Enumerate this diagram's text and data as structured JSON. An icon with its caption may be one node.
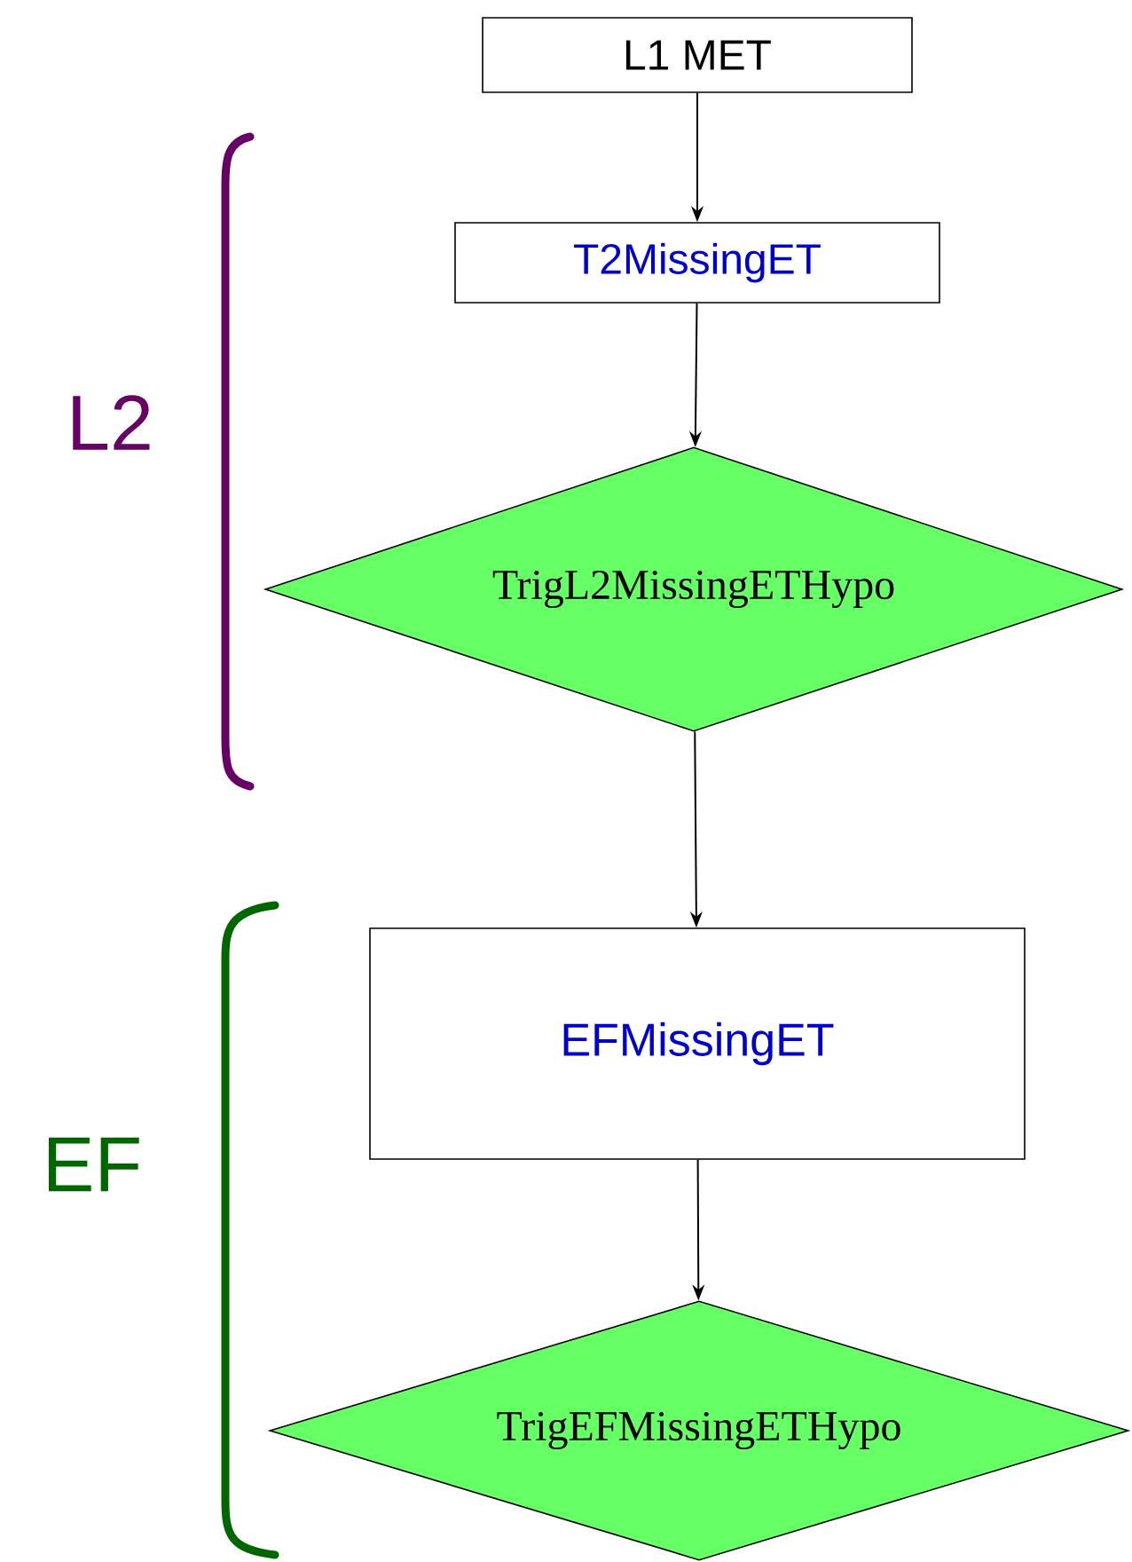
{
  "diagram": {
    "nodes": [
      {
        "text": [
          "L1 MET"
        ]
      },
      {
        "text": [
          "T2MissingET"
        ]
      },
      {
        "text": [
          "TrigL2MissingETHypo"
        ]
      },
      {
        "text": [
          "EFMissingET"
        ]
      },
      {
        "text": [
          "TrigEFMissingETHypo"
        ]
      }
    ],
    "edges": [
      {
        "from": 0,
        "to": 1,
        "arrow": "to"
      },
      {
        "from": 1,
        "to": 2,
        "arrow": "to"
      },
      {
        "from": 2,
        "to": 3,
        "arrow": "to"
      },
      {
        "from": 3,
        "to": 4,
        "arrow": "to"
      }
    ],
    "labels": [
      "L2",
      "EF"
    ]
  }
}
